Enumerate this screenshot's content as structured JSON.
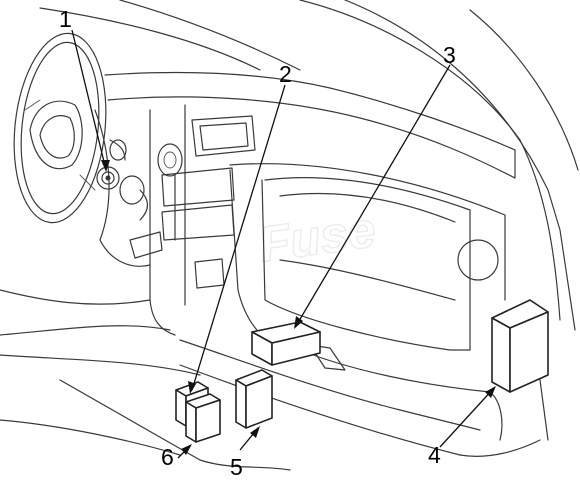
{
  "diagram": {
    "watermark": "Fuse",
    "callouts": [
      {
        "label": "1"
      },
      {
        "label": "2"
      },
      {
        "label": "3"
      },
      {
        "label": "4"
      },
      {
        "label": "5"
      },
      {
        "label": "6"
      }
    ],
    "colors": {
      "line": "#3a3a3a",
      "box_fill": "#ffffff",
      "text": "#000000"
    }
  }
}
